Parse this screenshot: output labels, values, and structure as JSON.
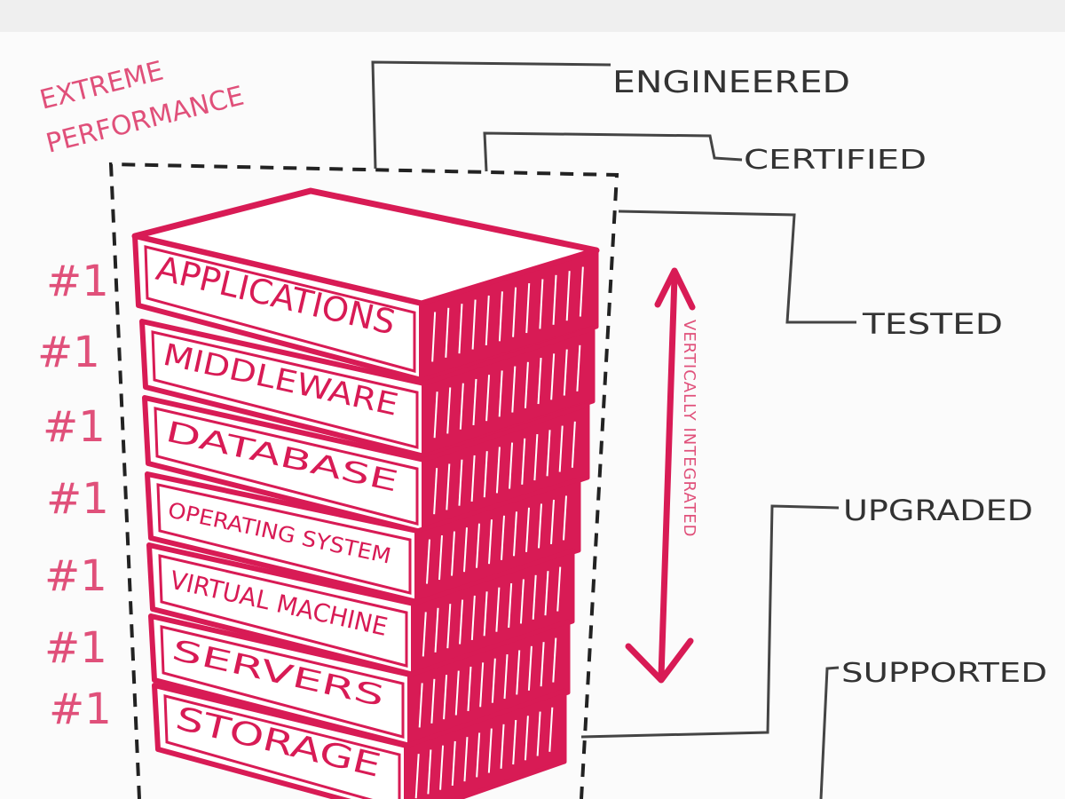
{
  "heading": [
    "EXTREME",
    "PERFORMANCE"
  ],
  "layers": [
    {
      "label": "APPLICATIONS",
      "rank": "#1"
    },
    {
      "label": "MIDDLEWARE",
      "rank": "#1"
    },
    {
      "label": "DATABASE",
      "rank": "#1"
    },
    {
      "label": "OPERATING SYSTEM",
      "rank": "#1"
    },
    {
      "label": "VIRTUAL MACHINE",
      "rank": "#1"
    },
    {
      "label": "SERVERS",
      "rank": "#1"
    },
    {
      "label": "STORAGE",
      "rank": "#1"
    }
  ],
  "arrow_label": "VERTICALLY INTEGRATED",
  "callouts": [
    "ENGINEERED",
    "CERTIFIED",
    "TESTED",
    "UPGRADED",
    "SUPPORTED"
  ],
  "colors": {
    "accent": "#d81b55",
    "accent_light": "#e0507a",
    "ink": "#333333",
    "topbar": "#efefef"
  }
}
